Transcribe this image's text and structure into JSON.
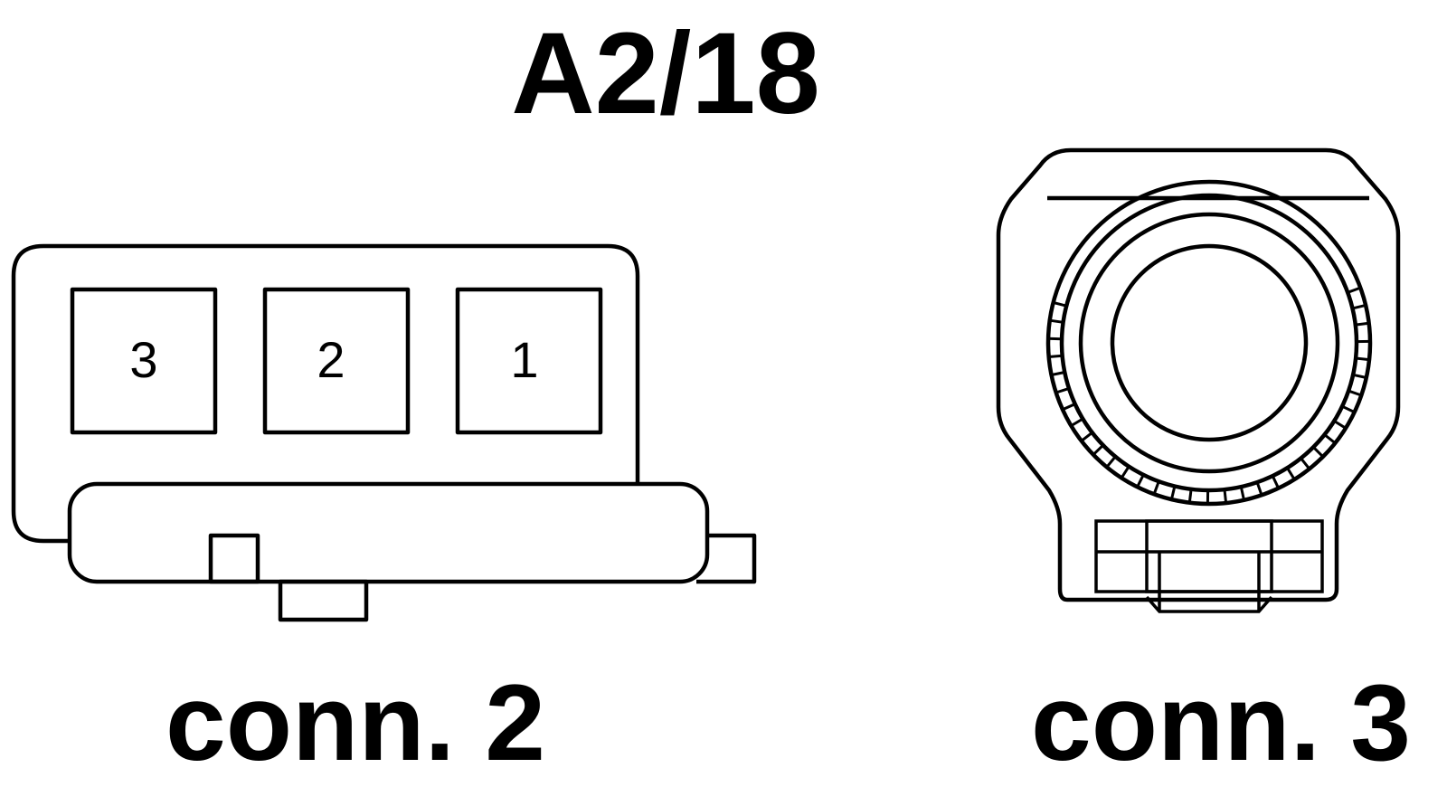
{
  "title": "A2/18",
  "connectors": [
    {
      "label": "conn. 2",
      "pins": [
        "3",
        "2",
        "1"
      ]
    },
    {
      "label": "conn. 3"
    }
  ],
  "colors": {
    "line": "#000000",
    "background": "#ffffff"
  }
}
